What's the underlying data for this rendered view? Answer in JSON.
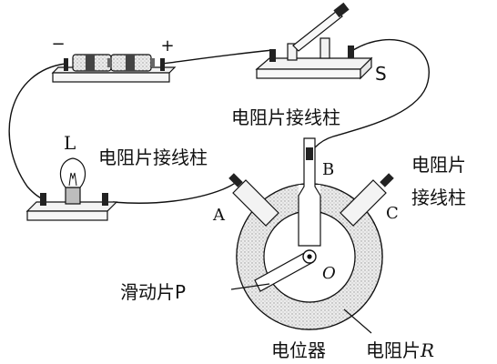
{
  "labels": {
    "battery_minus": "−",
    "battery_plus": "+",
    "switch": "S",
    "terminal_b_note": "电阻片接线柱",
    "terminal_a_note": "电阻片接线柱",
    "terminal_c_note_line1": "电阻片",
    "terminal_c_note_line2": "接线柱",
    "lamp": "L",
    "terminal_a": "A",
    "terminal_b": "B",
    "terminal_c": "C",
    "center": "O",
    "slider": "滑动片P",
    "potentiometer": "电位器",
    "resistor_prefix": "电阻片",
    "resistor_symbol": "R"
  },
  "colors": {
    "stroke": "#111111",
    "fill_light": "#f2f2f2",
    "fill_dark": "#222222",
    "fill_dots": "#d9d9d9"
  }
}
